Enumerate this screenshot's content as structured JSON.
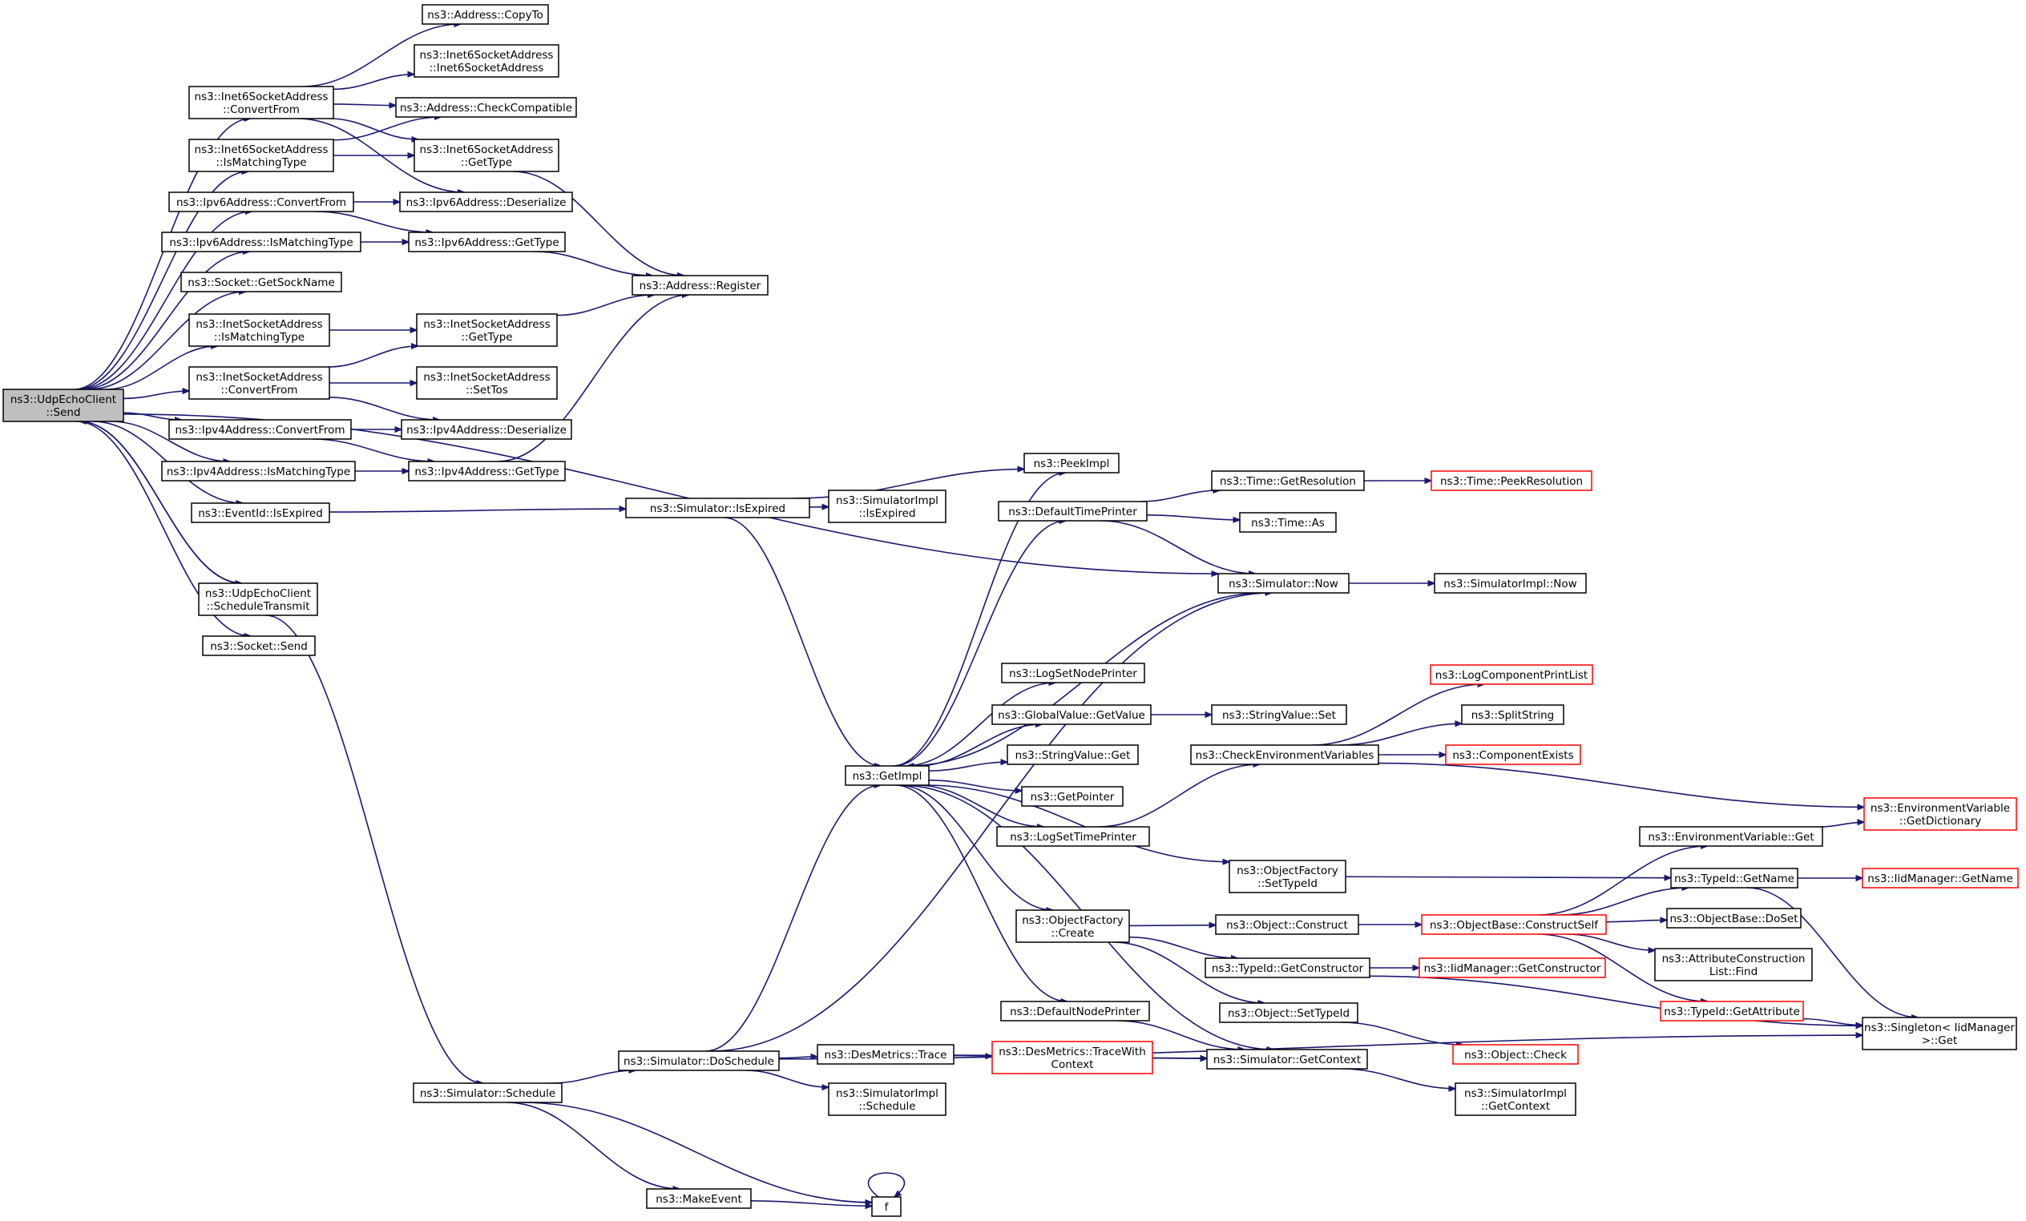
{
  "colors": {
    "edge": "#191970",
    "border": "#000000",
    "border_incomplete": "#ff0000",
    "root_fill": "#bfbfbf",
    "fill": "#ffffff"
  },
  "nodes": [
    {
      "id": "send",
      "lines": [
        "ns3::UdpEchoClient",
        "::Send"
      ],
      "root": true
    },
    {
      "id": "addr_copyto",
      "lines": [
        "ns3::Address::CopyTo"
      ]
    },
    {
      "id": "i6_ctor",
      "lines": [
        "ns3::Inet6SocketAddress",
        "::Inet6SocketAddress"
      ]
    },
    {
      "id": "i6_convert",
      "lines": [
        "ns3::Inet6SocketAddress",
        "::ConvertFrom"
      ]
    },
    {
      "id": "addr_checkcompat",
      "lines": [
        "ns3::Address::CheckCompatible"
      ]
    },
    {
      "id": "i6_ismatch",
      "lines": [
        "ns3::Inet6SocketAddress",
        "::IsMatchingType"
      ]
    },
    {
      "id": "i6_gettype",
      "lines": [
        "ns3::Inet6SocketAddress",
        "::GetType"
      ]
    },
    {
      "id": "ip6_convert",
      "lines": [
        "ns3::Ipv6Address::ConvertFrom"
      ]
    },
    {
      "id": "ip6_deser",
      "lines": [
        "ns3::Ipv6Address::Deserialize"
      ]
    },
    {
      "id": "ip6_ismatch",
      "lines": [
        "ns3::Ipv6Address::IsMatchingType"
      ]
    },
    {
      "id": "ip6_gettype",
      "lines": [
        "ns3::Ipv6Address::GetType"
      ]
    },
    {
      "id": "sock_getsockname",
      "lines": [
        "ns3::Socket::GetSockName"
      ]
    },
    {
      "id": "addr_register",
      "lines": [
        "ns3::Address::Register"
      ]
    },
    {
      "id": "i4s_ismatch",
      "lines": [
        "ns3::InetSocketAddress",
        "::IsMatchingType"
      ]
    },
    {
      "id": "i4s_gettype",
      "lines": [
        "ns3::InetSocketAddress",
        "::GetType"
      ]
    },
    {
      "id": "i4s_convert",
      "lines": [
        "ns3::InetSocketAddress",
        "::ConvertFrom"
      ]
    },
    {
      "id": "i4s_settos",
      "lines": [
        "ns3::InetSocketAddress",
        "::SetTos"
      ]
    },
    {
      "id": "ip4_convert",
      "lines": [
        "ns3::Ipv4Address::ConvertFrom"
      ]
    },
    {
      "id": "ip4_deser",
      "lines": [
        "ns3::Ipv4Address::Deserialize"
      ]
    },
    {
      "id": "ip4_ismatch",
      "lines": [
        "ns3::Ipv4Address::IsMatchingType"
      ]
    },
    {
      "id": "ip4_gettype",
      "lines": [
        "ns3::Ipv4Address::GetType"
      ]
    },
    {
      "id": "peekimpl",
      "lines": [
        "ns3::PeekImpl"
      ]
    },
    {
      "id": "eventid_isexpired",
      "lines": [
        "ns3::EventId::IsExpired"
      ]
    },
    {
      "id": "sim_isexpired",
      "lines": [
        "ns3::Simulator::IsExpired"
      ]
    },
    {
      "id": "simimpl_isexpired",
      "lines": [
        "ns3::SimulatorImpl",
        "::IsExpired"
      ]
    },
    {
      "id": "deftimeprinter",
      "lines": [
        "ns3::DefaultTimePrinter"
      ]
    },
    {
      "id": "time_getres",
      "lines": [
        "ns3::Time::GetResolution"
      ]
    },
    {
      "id": "time_peekres",
      "lines": [
        "ns3::Time::PeekResolution"
      ],
      "incomplete": true
    },
    {
      "id": "time_as",
      "lines": [
        "ns3::Time::As"
      ]
    },
    {
      "id": "uec_schedtx",
      "lines": [
        "ns3::UdpEchoClient",
        "::ScheduleTransmit"
      ]
    },
    {
      "id": "sim_now",
      "lines": [
        "ns3::Simulator::Now"
      ]
    },
    {
      "id": "simimpl_now",
      "lines": [
        "ns3::SimulatorImpl::Now"
      ]
    },
    {
      "id": "sock_send",
      "lines": [
        "ns3::Socket::Send"
      ]
    },
    {
      "id": "logsetnodeprinter",
      "lines": [
        "ns3::LogSetNodePrinter"
      ]
    },
    {
      "id": "logcompprintlist",
      "lines": [
        "ns3::LogComponentPrintList"
      ],
      "incomplete": true
    },
    {
      "id": "gv_getvalue",
      "lines": [
        "ns3::GlobalValue::GetValue"
      ]
    },
    {
      "id": "strval_set",
      "lines": [
        "ns3::StringValue::Set"
      ]
    },
    {
      "id": "splitstring",
      "lines": [
        "ns3::SplitString"
      ]
    },
    {
      "id": "strval_get",
      "lines": [
        "ns3::StringValue::Get"
      ]
    },
    {
      "id": "checkenv",
      "lines": [
        "ns3::CheckEnvironmentVariables"
      ]
    },
    {
      "id": "compexists",
      "lines": [
        "ns3::ComponentExists"
      ],
      "incomplete": true
    },
    {
      "id": "getimpl",
      "lines": [
        "ns3::GetImpl"
      ]
    },
    {
      "id": "getpointer",
      "lines": [
        "ns3::GetPointer"
      ]
    },
    {
      "id": "envvar_getdict",
      "lines": [
        "ns3::EnvironmentVariable",
        "::GetDictionary"
      ],
      "incomplete": true
    },
    {
      "id": "logsettimeprinter",
      "lines": [
        "ns3::LogSetTimePrinter"
      ]
    },
    {
      "id": "envvar_get",
      "lines": [
        "ns3::EnvironmentVariable::Get"
      ]
    },
    {
      "id": "objfactory_settypeid",
      "lines": [
        "ns3::ObjectFactory",
        "::SetTypeId"
      ]
    },
    {
      "id": "typeid_getname",
      "lines": [
        "ns3::TypeId::GetName"
      ]
    },
    {
      "id": "iidmgr_getname",
      "lines": [
        "ns3::IidManager::GetName"
      ],
      "incomplete": true
    },
    {
      "id": "objfactory_create",
      "lines": [
        "ns3::ObjectFactory",
        "::Create"
      ]
    },
    {
      "id": "object_construct",
      "lines": [
        "ns3::Object::Construct"
      ]
    },
    {
      "id": "objbase_constructself",
      "lines": [
        "ns3::ObjectBase::ConstructSelf"
      ],
      "incomplete": true
    },
    {
      "id": "objbase_doset",
      "lines": [
        "ns3::ObjectBase::DoSet"
      ]
    },
    {
      "id": "typeid_getctor",
      "lines": [
        "ns3::TypeId::GetConstructor"
      ]
    },
    {
      "id": "iidmgr_getctor",
      "lines": [
        "ns3::IidManager::GetConstructor"
      ],
      "incomplete": true
    },
    {
      "id": "attrconstr_find",
      "lines": [
        "ns3::AttributeConstruction",
        "List::Find"
      ]
    },
    {
      "id": "object_settypeid",
      "lines": [
        "ns3::Object::SetTypeId"
      ]
    },
    {
      "id": "defnodeprinter",
      "lines": [
        "ns3::DefaultNodePrinter"
      ]
    },
    {
      "id": "typeid_getattr",
      "lines": [
        "ns3::TypeId::GetAttribute"
      ],
      "incomplete": true
    },
    {
      "id": "singleton_get",
      "lines": [
        "ns3::Singleton< IidManager",
        " >::Get"
      ]
    },
    {
      "id": "desm_trace",
      "lines": [
        "ns3::DesMetrics::Trace"
      ]
    },
    {
      "id": "desm_tracewithctx",
      "lines": [
        "ns3::DesMetrics::TraceWith",
        "Context"
      ],
      "incomplete": true
    },
    {
      "id": "object_check",
      "lines": [
        "ns3::Object::Check"
      ],
      "incomplete": true
    },
    {
      "id": "sim_doschedule",
      "lines": [
        "ns3::Simulator::DoSchedule"
      ]
    },
    {
      "id": "sim_getcontext",
      "lines": [
        "ns3::Simulator::GetContext"
      ]
    },
    {
      "id": "sim_schedule",
      "lines": [
        "ns3::Simulator::Schedule"
      ]
    },
    {
      "id": "simimpl_schedule",
      "lines": [
        "ns3::SimulatorImpl",
        "::Schedule"
      ]
    },
    {
      "id": "simimpl_getcontext",
      "lines": [
        "ns3::SimulatorImpl",
        "::GetContext"
      ]
    },
    {
      "id": "makeevent",
      "lines": [
        "ns3::MakeEvent"
      ]
    },
    {
      "id": "f",
      "lines": [
        "f"
      ]
    }
  ],
  "edges": [
    [
      "send",
      "i6_convert"
    ],
    [
      "send",
      "i6_ismatch"
    ],
    [
      "send",
      "ip6_convert"
    ],
    [
      "send",
      "ip6_ismatch"
    ],
    [
      "send",
      "sock_getsockname"
    ],
    [
      "send",
      "i4s_ismatch"
    ],
    [
      "send",
      "i4s_convert"
    ],
    [
      "send",
      "ip4_convert"
    ],
    [
      "send",
      "ip4_ismatch"
    ],
    [
      "send",
      "eventid_isexpired"
    ],
    [
      "send",
      "sim_now"
    ],
    [
      "send",
      "uec_schedtx"
    ],
    [
      "send",
      "sock_send"
    ],
    [
      "i6_convert",
      "addr_copyto"
    ],
    [
      "i6_convert",
      "i6_ctor"
    ],
    [
      "i6_convert",
      "addr_checkcompat"
    ],
    [
      "i6_convert",
      "i6_gettype"
    ],
    [
      "i6_convert",
      "ip6_deser"
    ],
    [
      "i6_ismatch",
      "addr_checkcompat"
    ],
    [
      "i6_ismatch",
      "i6_gettype"
    ],
    [
      "i6_gettype",
      "addr_register"
    ],
    [
      "ip6_convert",
      "ip6_deser"
    ],
    [
      "ip6_convert",
      "ip6_gettype"
    ],
    [
      "ip6_ismatch",
      "ip6_gettype"
    ],
    [
      "ip6_gettype",
      "addr_register"
    ],
    [
      "i4s_ismatch",
      "i4s_gettype"
    ],
    [
      "i4s_gettype",
      "addr_register"
    ],
    [
      "i4s_convert",
      "i4s_gettype"
    ],
    [
      "i4s_convert",
      "i4s_settos"
    ],
    [
      "i4s_convert",
      "ip4_deser"
    ],
    [
      "ip4_convert",
      "ip4_deser"
    ],
    [
      "ip4_convert",
      "ip4_gettype"
    ],
    [
      "ip4_ismatch",
      "ip4_gettype"
    ],
    [
      "ip4_gettype",
      "addr_register"
    ],
    [
      "eventid_isexpired",
      "sim_isexpired"
    ],
    [
      "sim_isexpired",
      "peekimpl"
    ],
    [
      "sim_isexpired",
      "simimpl_isexpired"
    ],
    [
      "sim_isexpired",
      "getimpl"
    ],
    [
      "uec_schedtx",
      "send"
    ],
    [
      "uec_schedtx",
      "sim_schedule"
    ],
    [
      "deftimeprinter",
      "time_getres"
    ],
    [
      "deftimeprinter",
      "time_as"
    ],
    [
      "deftimeprinter",
      "sim_now"
    ],
    [
      "time_getres",
      "time_peekres"
    ],
    [
      "sim_now",
      "simimpl_now"
    ],
    [
      "sim_now",
      "getimpl"
    ],
    [
      "getimpl",
      "peekimpl"
    ],
    [
      "getimpl",
      "deftimeprinter"
    ],
    [
      "getimpl",
      "logsetnodeprinter"
    ],
    [
      "getimpl",
      "gv_getvalue"
    ],
    [
      "getimpl",
      "strval_get"
    ],
    [
      "getimpl",
      "getpointer"
    ],
    [
      "getimpl",
      "logsettimeprinter"
    ],
    [
      "getimpl",
      "objfactory_settypeid"
    ],
    [
      "getimpl",
      "objfactory_create"
    ],
    [
      "getimpl",
      "defnodeprinter"
    ],
    [
      "getimpl",
      "sim_getcontext"
    ],
    [
      "gv_getvalue",
      "strval_set"
    ],
    [
      "logsettimeprinter",
      "checkenv"
    ],
    [
      "checkenv",
      "logcompprintlist"
    ],
    [
      "checkenv",
      "splitstring"
    ],
    [
      "checkenv",
      "compexists"
    ],
    [
      "checkenv",
      "envvar_getdict"
    ],
    [
      "envvar_get",
      "envvar_getdict"
    ],
    [
      "objfactory_settypeid",
      "typeid_getname"
    ],
    [
      "typeid_getname",
      "iidmgr_getname"
    ],
    [
      "typeid_getname",
      "singleton_get"
    ],
    [
      "objfactory_create",
      "object_construct"
    ],
    [
      "objfactory_create",
      "typeid_getctor"
    ],
    [
      "objfactory_create",
      "object_settypeid"
    ],
    [
      "object_construct",
      "objbase_constructself"
    ],
    [
      "objbase_constructself",
      "envvar_get"
    ],
    [
      "objbase_constructself",
      "typeid_getname"
    ],
    [
      "objbase_constructself",
      "objbase_doset"
    ],
    [
      "objbase_constructself",
      "attrconstr_find"
    ],
    [
      "objbase_constructself",
      "typeid_getattr"
    ],
    [
      "typeid_getctor",
      "iidmgr_getctor"
    ],
    [
      "typeid_getctor",
      "singleton_get"
    ],
    [
      "typeid_getattr",
      "singleton_get"
    ],
    [
      "object_settypeid",
      "object_check"
    ],
    [
      "defnodeprinter",
      "sim_getcontext"
    ],
    [
      "desm_trace",
      "desm_tracewithctx"
    ],
    [
      "desm_trace",
      "sim_getcontext"
    ],
    [
      "desm_tracewithctx",
      "sim_getcontext"
    ],
    [
      "sim_getcontext",
      "simimpl_getcontext"
    ],
    [
      "sim_doschedule",
      "getimpl"
    ],
    [
      "sim_doschedule",
      "sim_now"
    ],
    [
      "sim_doschedule",
      "desm_trace"
    ],
    [
      "sim_doschedule",
      "simimpl_schedule"
    ],
    [
      "sim_doschedule",
      "singleton_get"
    ],
    [
      "sim_schedule",
      "sim_doschedule"
    ],
    [
      "sim_schedule",
      "makeevent"
    ],
    [
      "sim_schedule",
      "f"
    ],
    [
      "makeevent",
      "f"
    ],
    [
      "f",
      "f"
    ]
  ]
}
